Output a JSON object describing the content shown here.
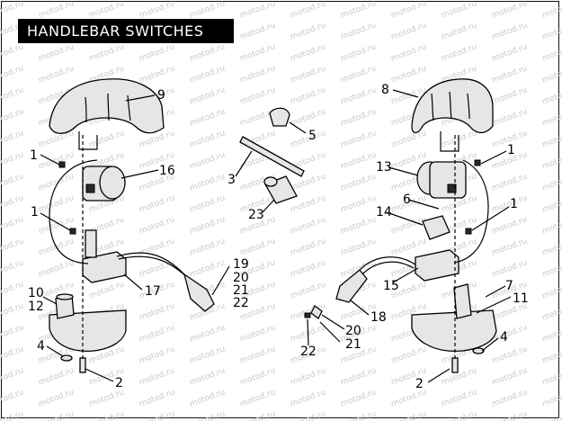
{
  "title": "HANDLEBAR SWITCHES",
  "watermark": "motod.ru",
  "callouts": [
    "9",
    "1",
    "16",
    "1",
    "17",
    "10",
    "12",
    "4",
    "2",
    "19",
    "20",
    "21",
    "22",
    "5",
    "3",
    "23",
    "8",
    "1",
    "13",
    "6",
    "14",
    "1",
    "15",
    "7",
    "11",
    "18",
    "20",
    "22",
    "21",
    "4",
    "2"
  ]
}
